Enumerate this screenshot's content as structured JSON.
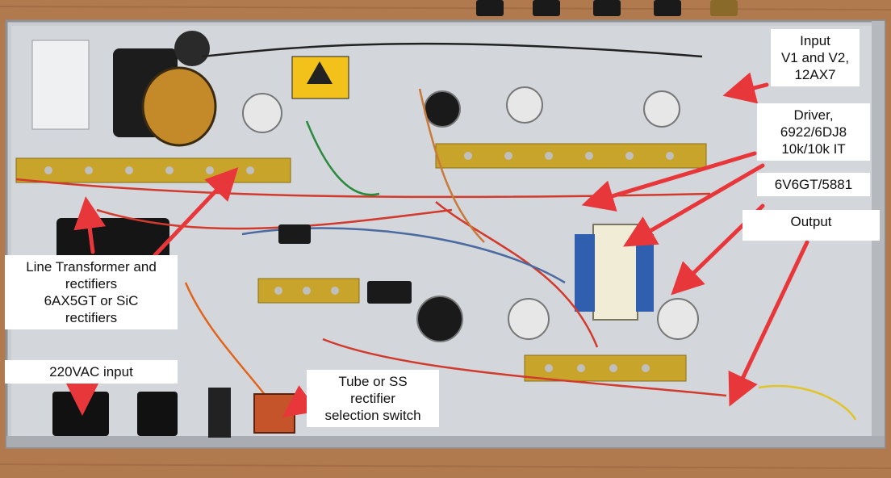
{
  "labels": {
    "input": [
      "Input",
      "V1 and V2,",
      "12AX7"
    ],
    "driver": [
      "Driver,",
      "6922/6DJ8",
      "10k/10k IT"
    ],
    "power_tube": [
      "6V6GT/5881"
    ],
    "output": [
      "Output"
    ],
    "line_transformer": [
      "Line Transformer and",
      "rectifiers",
      "6AX5GT or SiC",
      "rectifiers"
    ],
    "mains_input": [
      "220VAC input"
    ],
    "selector_switch": [
      "Tube or SS",
      "rectifier",
      "selection switch"
    ]
  },
  "colors": {
    "arrow": "#e8373a",
    "chassis": "#c9cccf",
    "wood": "#b07a4e",
    "tag_board": "#c9a42a",
    "label_bg": "#ffffff"
  }
}
